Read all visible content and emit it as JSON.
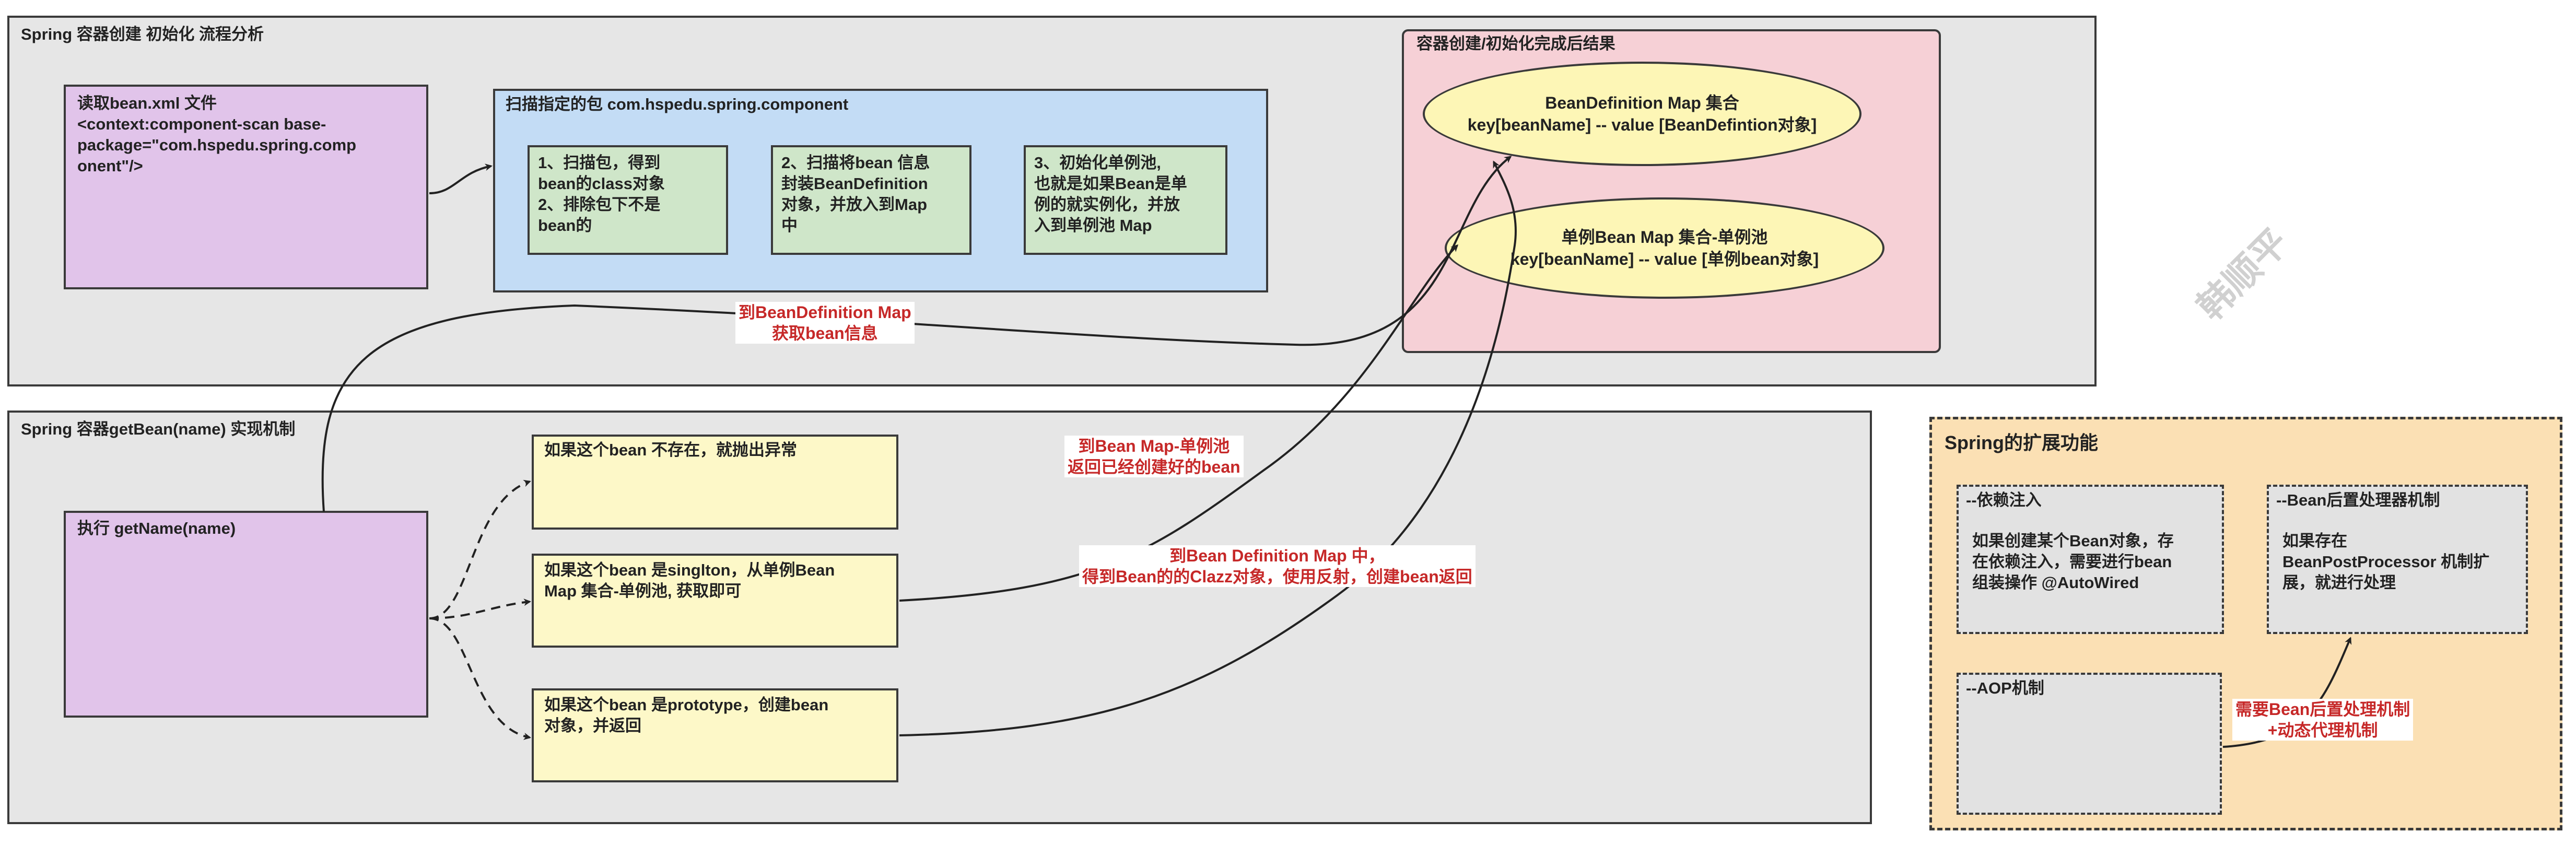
{
  "top_panel": {
    "title": "Spring 容器创建 初始化 流程分析",
    "read_xml": [
      "读取bean.xml 文件",
      "<context:component-scan base-",
      "package=\"com.hspedu.spring.comp",
      "onent\"/>"
    ],
    "scan_box": {
      "title": "扫描指定的包 com.hspedu.spring.component",
      "step1": [
        "1、扫描包，得到",
        "bean的class对象",
        "2、排除包下不是",
        "bean的"
      ],
      "step2": [
        "2、扫描将bean 信息",
        "封装BeanDefinition",
        "对象，并放入到Map",
        "中"
      ],
      "step3": [
        "3、初始化单例池,",
        "也就是如果Bean是单",
        "例的就实例化，并放",
        "入到单例池 Map"
      ]
    },
    "result_box": {
      "title": "容器创建/初始化完成后结果",
      "ellipse1": [
        "BeanDefinition Map 集合",
        "key[beanName] -- value [BeanDefintion对象]"
      ],
      "ellipse2": [
        "单例Bean Map 集合-单例池",
        "key[beanName] -- value [单例bean对象]"
      ]
    }
  },
  "bottom_panel": {
    "title": "Spring 容器getBean(name) 实现机制",
    "execute": "执行 getName(name)",
    "case1": [
      "如果这个bean 不存在，就抛出异常"
    ],
    "case2": [
      "如果这个bean 是singlton，从单例Bean",
      "Map 集合-单例池, 获取即可"
    ],
    "case3": [
      "如果这个bean 是prototype，创建bean",
      "对象，并返回"
    ]
  },
  "labels": {
    "to_bd_map": [
      "到BeanDefinition Map",
      "获取bean信息"
    ],
    "to_bean_map": [
      "到Bean Map-单例池",
      "返回已经创建好的bean"
    ],
    "to_bd_map2": [
      "到Bean Definition Map 中，",
      "得到Bean的的Clazz对象，使用反射，创建bean返回"
    ]
  },
  "extension_panel": {
    "title": "Spring的扩展功能",
    "di": {
      "title": "--依赖注入",
      "body": [
        "如果创建某个Bean对象，存",
        "在依赖注入，需要进行bean",
        "组装操作 @AutoWired"
      ]
    },
    "bpp": {
      "title": "--Bean后置处理器机制",
      "body": [
        "如果存在",
        "BeanPostProcessor 机制扩",
        "展，就进行处理"
      ]
    },
    "aop": {
      "title": "--AOP机制"
    },
    "aop_label": [
      "需要Bean后置处理机制",
      "+动态代理机制"
    ]
  },
  "watermark": "韩顺平"
}
